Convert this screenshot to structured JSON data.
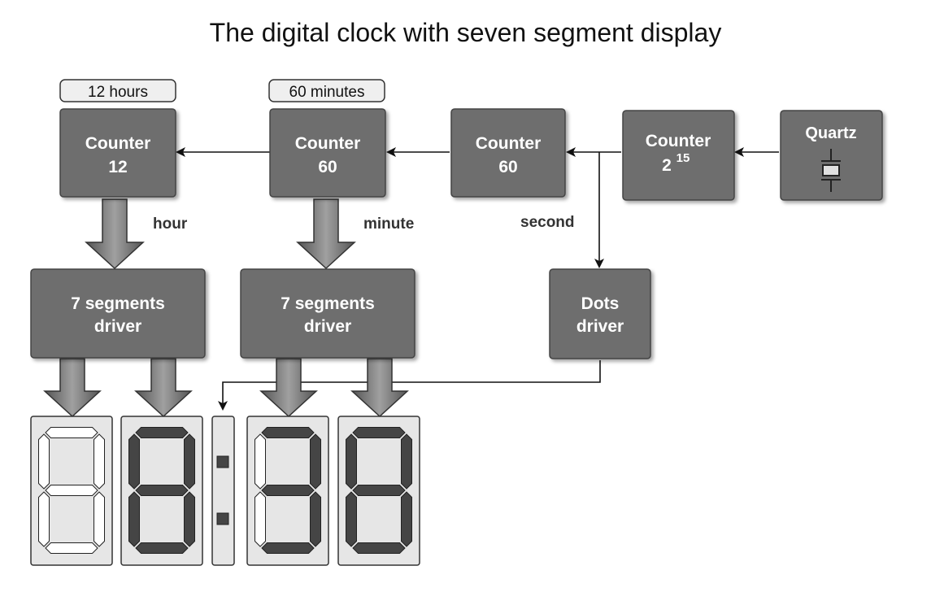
{
  "title": "The digital clock with seven segment display",
  "tags": {
    "hours": "12 hours",
    "minutes": "60 minutes"
  },
  "blocks": {
    "counter_12": {
      "line1": "Counter",
      "line2": "12"
    },
    "counter_60_min": {
      "line1": "Counter",
      "line2": "60"
    },
    "counter_60_sec": {
      "line1": "Counter",
      "line2": "60"
    },
    "counter_2_15": {
      "line1": "Counter",
      "base": "2",
      "exp": "15"
    },
    "quartz": {
      "label": "Quartz"
    },
    "driver_hours": {
      "line1": "7 segments",
      "line2": "driver"
    },
    "driver_minutes": {
      "line1": "7 segments",
      "line2": "driver"
    },
    "dots_driver": {
      "line1": "Dots",
      "line2": "driver"
    }
  },
  "signals": {
    "hour": "hour",
    "minute": "minute",
    "second": "second"
  },
  "displays": [
    {
      "name": "hours-tens-digit",
      "segments_on": []
    },
    {
      "name": "hours-units-digit",
      "segments_on": [
        "a",
        "b",
        "c",
        "d",
        "e",
        "f",
        "g"
      ]
    },
    {
      "name": "minutes-tens-digit",
      "segments_on": [
        "a",
        "b",
        "c",
        "d",
        "g"
      ]
    },
    {
      "name": "minutes-units-digit",
      "segments_on": [
        "a",
        "b",
        "c",
        "d",
        "e",
        "f",
        "g"
      ]
    }
  ],
  "colors": {
    "block": "#6e6e6e",
    "block_border": "#444444",
    "display_bg": "#e6e6e6",
    "segment_on": "#454545",
    "segment_off": "#ffffff"
  }
}
